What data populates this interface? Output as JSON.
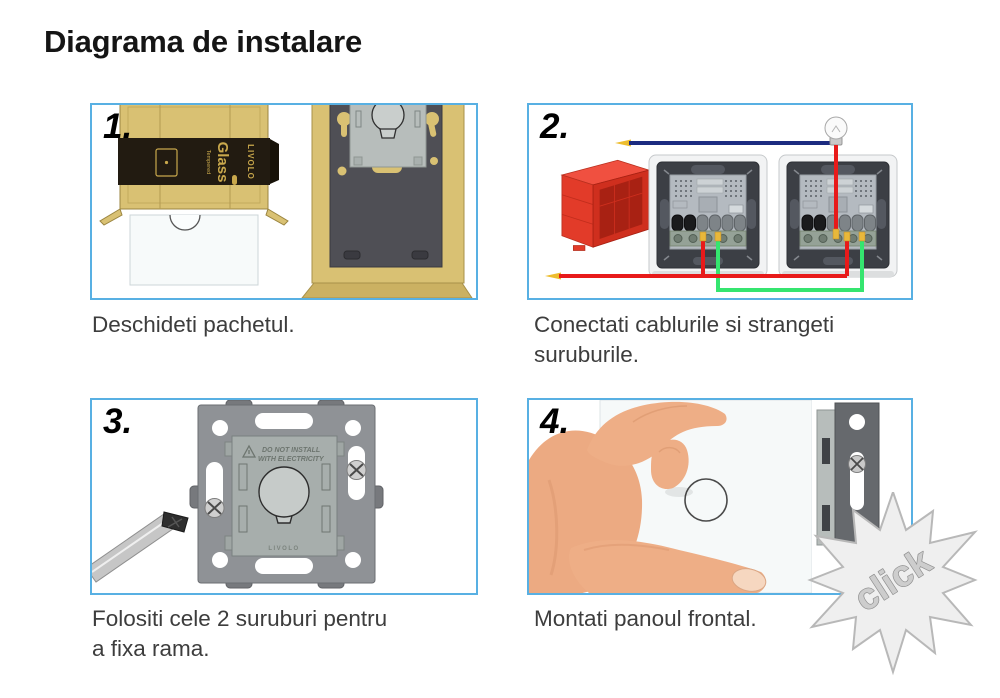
{
  "page": {
    "title": "Diagrama de instalare"
  },
  "steps": [
    {
      "number": "1.",
      "caption": "Deschideti pachetul."
    },
    {
      "number": "2.",
      "caption": "Conectati cablurile si strangeti\nsuruburile."
    },
    {
      "number": "3.",
      "caption": "Folositi cele 2 suruburi pentru\na fixa rama."
    },
    {
      "number": "4.",
      "caption": "Montati panoul frontal."
    }
  ],
  "illustrations": {
    "package": {
      "qualifier": "Tempered",
      "product": "Glass",
      "brand": "LIVOLO"
    },
    "module": {
      "warning_line1": "DO NOT INSTALL",
      "warning_line2": "WITH ELECTRICITY",
      "brand": "LIVOLO"
    },
    "click_label": "click"
  },
  "colors": {
    "panel_border": "#58b0e3",
    "package_gold": "#d9c173",
    "mounting_box_red": "#e8402f",
    "wire_blue": "#1c2b80",
    "wire_red": "#e81a1a",
    "wire_green": "#35e56f",
    "wire_tip_yellow": "#edbd2e",
    "metal_gray": "#8f9296",
    "glass_white": "#f6f9f9"
  }
}
